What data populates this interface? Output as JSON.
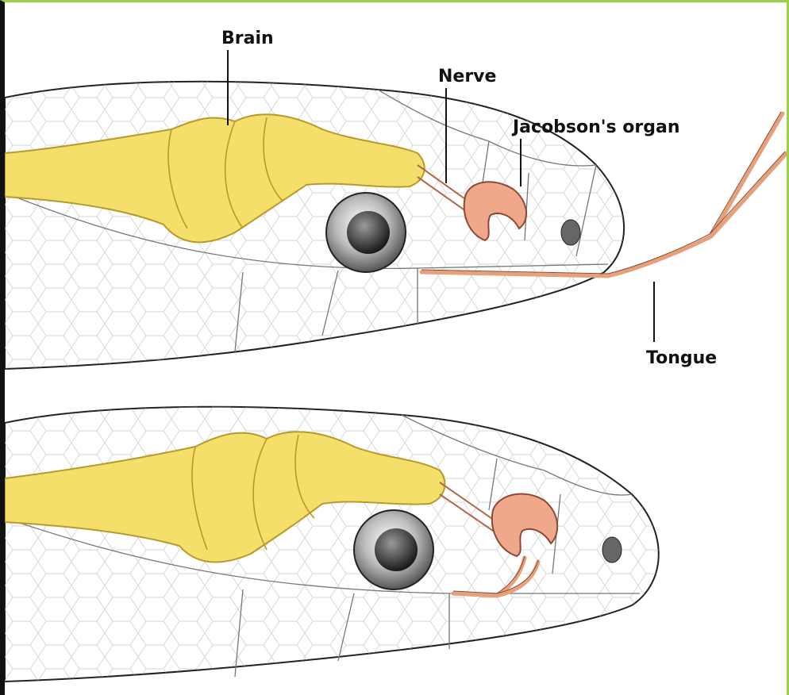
{
  "labels": {
    "brain": "Brain",
    "nerve": "Nerve",
    "jacobsons_organ": "Jacobson's organ",
    "tongue": "Tongue"
  },
  "colors": {
    "brain_fill": "#f5df6b",
    "organ_fill": "#f0a88a",
    "tongue_fill": "#e7a07c",
    "skin_fill": "#ffffff",
    "outline": "#222222",
    "frame_accent": "#9bd045"
  },
  "panels": [
    "tongue-extended",
    "tongue-retracted-to-organ"
  ]
}
